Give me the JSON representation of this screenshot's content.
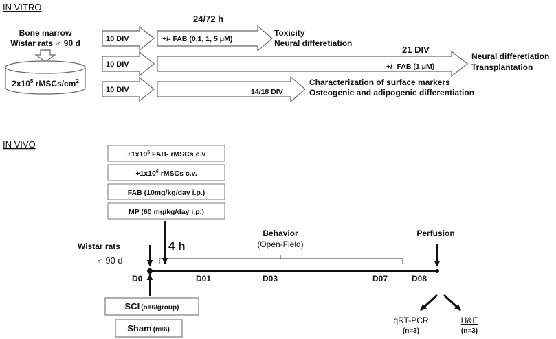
{
  "in_vitro": {
    "heading": "IN VITRO",
    "source": {
      "line1": "Bone marrow",
      "line2": "Wistar rats ♂ 90 d"
    },
    "dish_label_pre": "2x10",
    "dish_label_sup": "5",
    "dish_label_post": " rMSCs/cm",
    "dish_label_sup2": "2",
    "rows": [
      {
        "div": "10 DIV",
        "treatment": "+/- FAB (0.1, 1, 5 μM)",
        "time": "24/72 h",
        "outcomes": [
          "Toxicity",
          "Neural differetiation"
        ]
      },
      {
        "div": "10 DIV",
        "treatment": "+/- FAB (1 μM)",
        "time": "21 DIV",
        "outcomes": [
          "Neural differetiation",
          "Transplantation"
        ]
      },
      {
        "div": "10 DIV",
        "treatment": "",
        "time": "14/18 DIV",
        "outcomes": [
          "Characterization of surface markers",
          "Osteogenic and adipogenic differentiation"
        ]
      }
    ]
  },
  "in_vivo": {
    "heading": "IN VIVO",
    "treatments": [
      {
        "pre": "+1x10",
        "sup": "6",
        "post": " FAB- rMSCs c.v"
      },
      {
        "pre": "+1x10",
        "sup": "6",
        "post": " rMSCs c.v."
      },
      {
        "pre": "FAB (10mg/kg/day i.p.)",
        "sup": "",
        "post": ""
      },
      {
        "pre": "MP (60 mg/kg/day i.p.)",
        "sup": "",
        "post": ""
      }
    ],
    "four_h": "4 h",
    "behavior": "Behavior",
    "open_field": "(Open-Field)",
    "perfusion": "Perfusion",
    "subject_line1": "Wistar rats",
    "subject_line2": "♂ 90 d",
    "days": [
      "D0",
      "D01",
      "D03",
      "D07",
      "D08"
    ],
    "groups": [
      {
        "label": "SCI",
        "n": "(n=6/group)"
      },
      {
        "label": "Sham",
        "n": "(n=6)"
      }
    ],
    "analyses": [
      {
        "label": "qRT-PCR",
        "n": "(n=3)"
      },
      {
        "label": "H&E",
        "n": "(n=3)"
      }
    ]
  },
  "colors": {
    "ink": "#111111",
    "box_stroke": "#7a7a7a",
    "box_fill": "#ffffff"
  }
}
